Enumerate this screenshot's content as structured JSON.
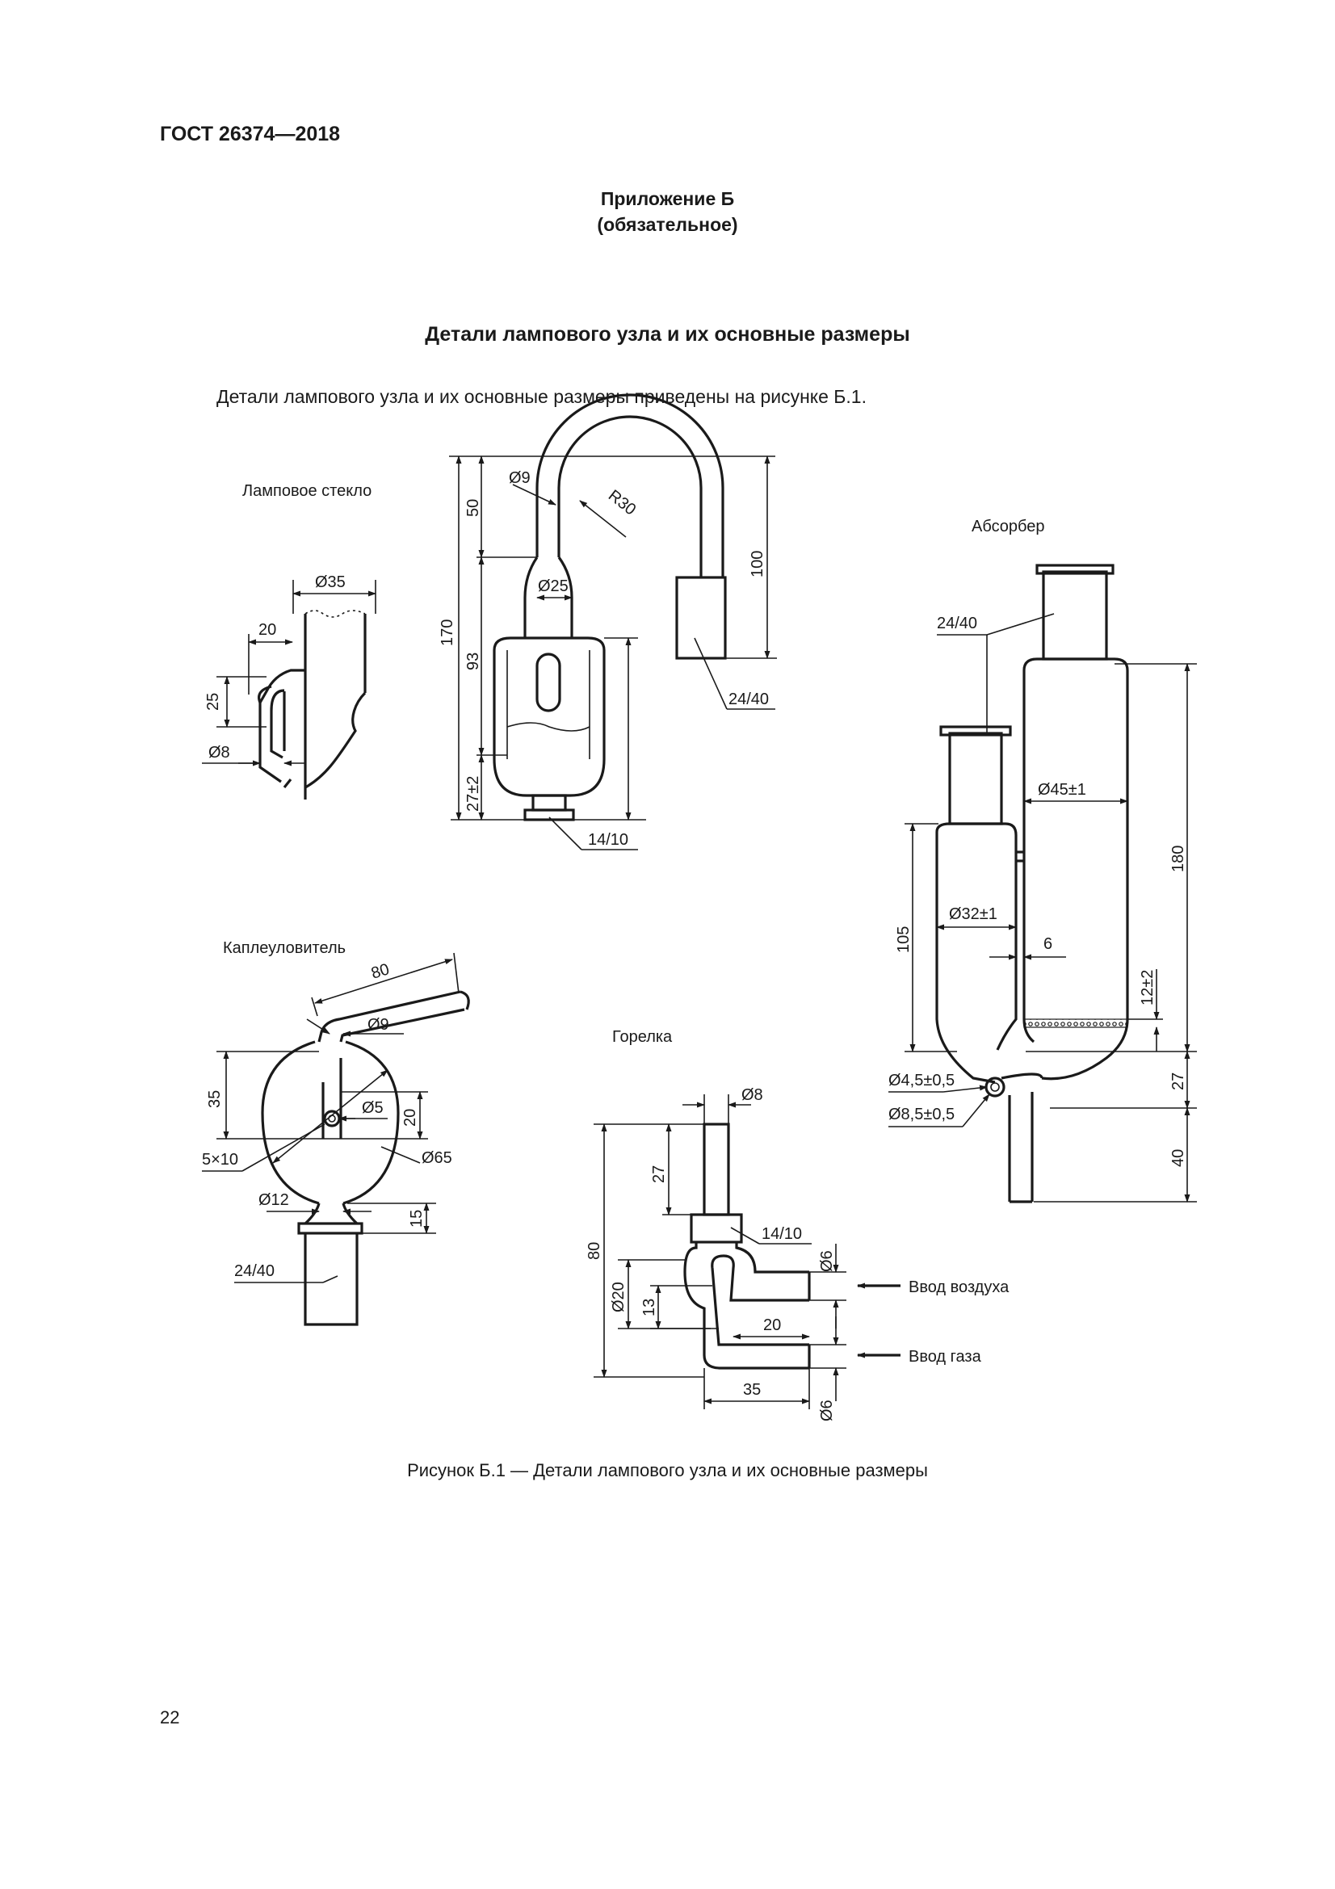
{
  "header": {
    "standard": "ГОСТ 26374—2018"
  },
  "appendix": {
    "title": "Приложение Б",
    "status": "(обязательное)"
  },
  "section": {
    "heading": "Детали лампового узла и их основные размеры"
  },
  "body_text": "Детали лампового узла и их основные размеры приведены на рисунке Б.1.",
  "figure": {
    "caption": "Рисунок Б.1 — Детали лампового узла и их основные размеры",
    "parts": {
      "lamp_glass": {
        "label": "Ламповое стекло",
        "dims": {
          "d35": "Ø35",
          "w20": "20",
          "h25": "25",
          "d8": "Ø8"
        }
      },
      "chimney": {
        "dims": {
          "d9": "Ø9",
          "r30": "R30",
          "h50": "50",
          "h100": "100",
          "d25": "Ø25",
          "h170": "170",
          "h93": "93",
          "h27": "27±2",
          "j2440": "24/40",
          "j1410": "14/10"
        }
      },
      "absorber": {
        "label": "Абсорбер",
        "dims": {
          "j2440": "24/40",
          "d45": "Ø45±1",
          "h180": "180",
          "d32": "Ø32±1",
          "h105": "105",
          "w6": "6",
          "h12": "12±2",
          "h27": "27",
          "d45s": "Ø4,5±0,5",
          "d85": "Ø8,5±0,5",
          "h40": "40"
        }
      },
      "drip_catcher": {
        "label": "Каплеуловитель",
        "dims": {
          "l80": "80",
          "d9": "Ø9",
          "h35": "35",
          "d5": "Ø5",
          "h20": "20",
          "s510": "5×10",
          "d65": "Ø65",
          "d12": "Ø12",
          "h15": "15",
          "j2440": "24/40"
        }
      },
      "burner": {
        "label": "Горелка",
        "dims": {
          "d8": "Ø8",
          "h27": "27",
          "j1410": "14/10",
          "h80": "80",
          "d6a": "Ø6",
          "d20": "Ø20",
          "h13": "13",
          "w20": "20",
          "w35": "35",
          "d6b": "Ø6"
        },
        "air_inlet": "Ввод воздуха",
        "gas_inlet": "Ввод газа"
      }
    }
  },
  "footer": {
    "page": "22"
  }
}
